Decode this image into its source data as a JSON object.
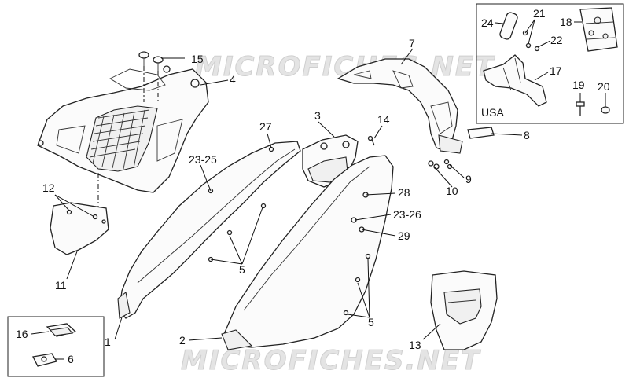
{
  "watermark": "MICROFICHES.NET",
  "region_label": "USA",
  "callouts": [
    "1",
    "2",
    "3",
    "4",
    "5",
    "5",
    "5",
    "6",
    "7",
    "8",
    "9",
    "10",
    "11",
    "12",
    "13",
    "14",
    "15",
    "16",
    "17",
    "18",
    "19",
    "20",
    "21",
    "22",
    "23-25",
    "23-26",
    "24",
    "27",
    "28",
    "29"
  ]
}
